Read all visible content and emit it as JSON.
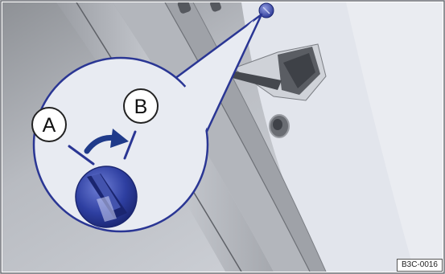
{
  "callout": {
    "label_a": "A",
    "label_b": "B"
  },
  "figure_code": "B3C-0016",
  "colors": {
    "panel_light": "#dfe2ea",
    "frame_gray": "#a4a7ad",
    "callout_fill": "#e8ebf2",
    "knob_blue": "#2e3fa1",
    "arrow_blue": "#1f3a8a"
  },
  "icons": [
    "child-lock-knob-icon",
    "rotation-arrow-icon",
    "door-latch-icon"
  ]
}
